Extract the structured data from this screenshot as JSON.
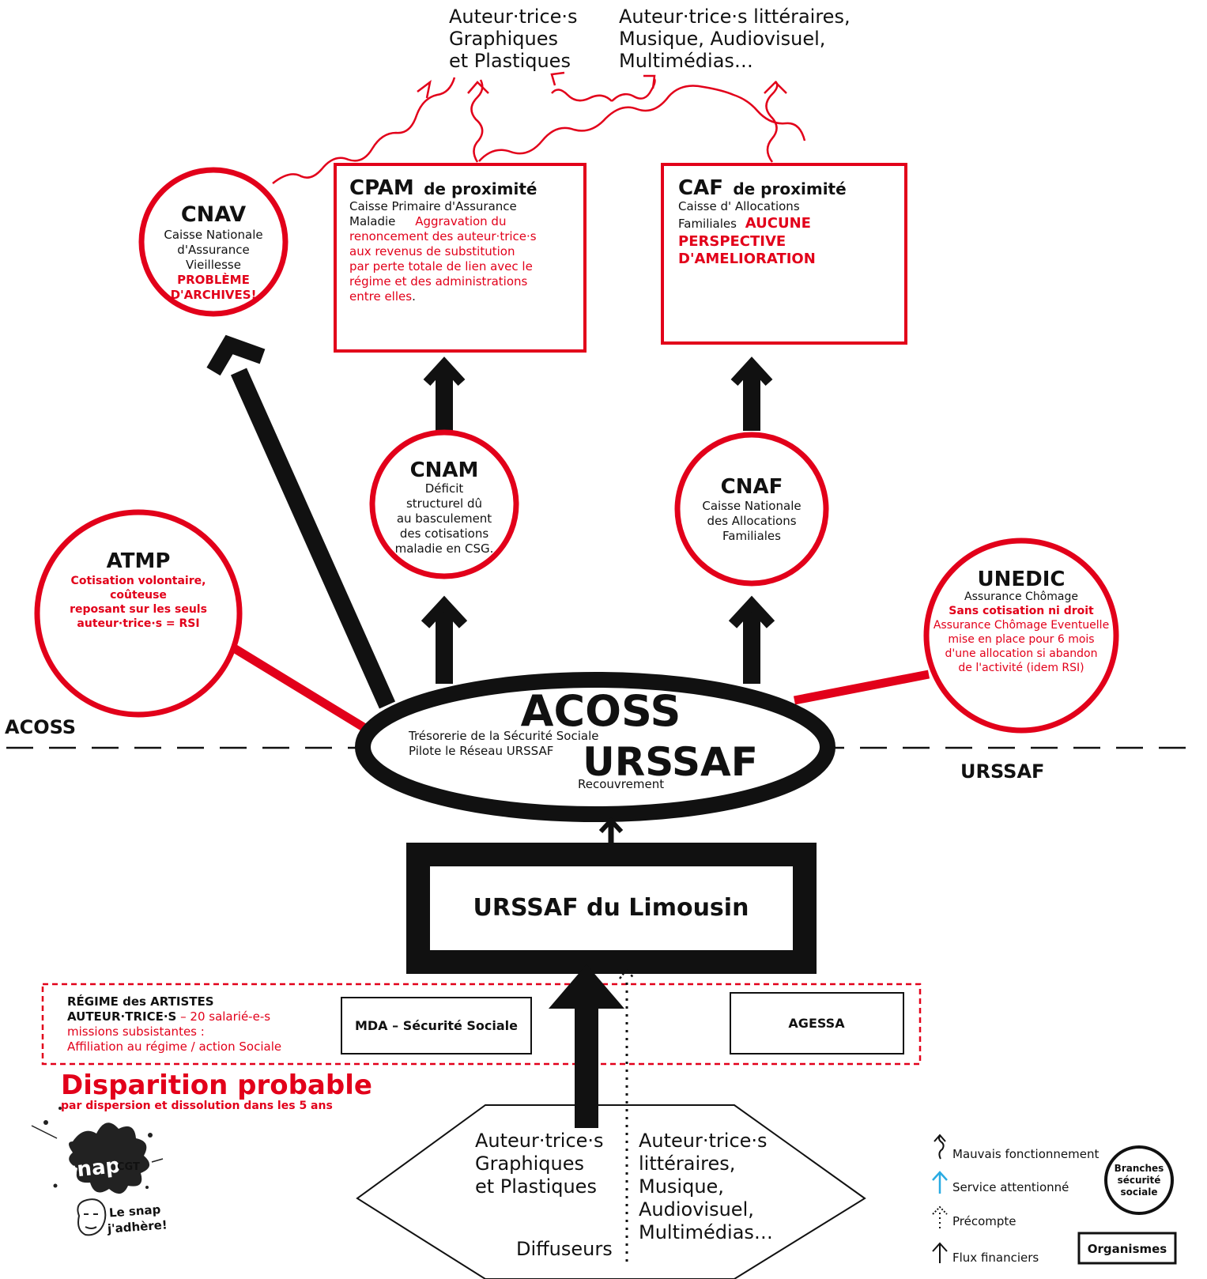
{
  "colors": {
    "red": "#e2001a",
    "black": "#111111",
    "blue": "#29abe2"
  },
  "top_labels": {
    "graphic_artists": [
      "Auteur·trice·s",
      "Graphiques",
      "et Plastiques"
    ],
    "literary_authors": [
      "Auteur·trice·s littéraires,",
      "Musique, Audiovisuel,",
      "Multimédias…"
    ]
  },
  "cnav": {
    "title": "CNAV",
    "subtitle": [
      "Caisse Nationale",
      "d'Assurance",
      "Vieillesse"
    ],
    "alert": [
      "PROBLÈME",
      "D'ARCHIVES!"
    ]
  },
  "cpam": {
    "title": "CPAM",
    "title_suffix": "de proximité",
    "subtitle_lines": [
      "Caisse Primaire d'Assurance",
      "Maladie"
    ],
    "note_first": "Aggravation du",
    "note_lines": [
      "renoncement des auteur·trice·s",
      "aux revenus de substitution",
      "par perte totale de lien avec le",
      "régime et des administrations",
      "entre elles"
    ],
    "note_end": "."
  },
  "caf": {
    "title": "CAF",
    "title_suffix": "de proximité",
    "subtitle_lines": [
      "Caisse d' Allocations",
      "Familiales"
    ],
    "alert_first": "AUCUNE",
    "alert_lines": [
      "PERSPECTIVE",
      "D'AMELIORATION"
    ]
  },
  "cnam": {
    "title": "CNAM",
    "lines": [
      "Déficit",
      "structurel dû",
      "au basculement",
      "des cotisations",
      "maladie en CSG."
    ]
  },
  "cnaf": {
    "title": "CNAF",
    "lines": [
      "Caisse Nationale",
      "des Allocations",
      "Familiales"
    ]
  },
  "atmp": {
    "title": "ATMP",
    "lines": [
      "Cotisation volontaire,",
      "coûteuse",
      "reposant sur les seuls",
      "auteur·trice·s = RSI"
    ]
  },
  "unedic": {
    "title": "UNEDIC",
    "subtitle": "Assurance Chômage",
    "alert": "Sans cotisation ni droit",
    "lines": [
      "Assurance Chômage Eventuelle",
      "mise en place pour 6 mois",
      "d'une allocation si abandon",
      "de l'activité (idem RSI)"
    ]
  },
  "acoss": {
    "title": "ACOSS",
    "subtitle_lines": [
      "Trésorerie de la Sécurité Sociale",
      "Pilote le Réseau URSSAF"
    ],
    "urssaf_title": "URSSAF",
    "urssaf_sub": "Recouvrement"
  },
  "divider": {
    "left_label": "ACOSS",
    "right_label": "URSSAF"
  },
  "limousin": {
    "label": "URSSAF du Limousin"
  },
  "regime": {
    "title_line1": "RÉGIME des ARTISTES",
    "title_line2": "AUTEUR·TRICE·S",
    "title_line2_note": " – 20 salarié-e-s",
    "note_lines": [
      "missions subsistantes :",
      "Affiliation au régime / action Sociale"
    ],
    "mda": "MDA – Sécurité Sociale",
    "agessa": "AGESSA"
  },
  "disparition": {
    "title": "Disparition probable",
    "subtitle": "par dispersion et dissolution dans les 5 ans"
  },
  "bottom": {
    "left_lines": [
      "Auteur·trice·s",
      "Graphiques",
      "et Plastiques"
    ],
    "right_lines": [
      "Auteur·trice·s",
      "littéraires,",
      "Musique,",
      "Audiovisuel,",
      "Multimédias…"
    ],
    "diffuseurs": "Diffuseurs"
  },
  "legend": {
    "items": [
      {
        "icon": "wavy-arrow-icon",
        "label": "Mauvais fonctionnement"
      },
      {
        "icon": "blue-arrow-icon",
        "label": "Service attentionné"
      },
      {
        "icon": "dotted-arrow-icon",
        "label": "Précompte"
      },
      {
        "icon": "solid-arrow-icon",
        "label": "Flux financiers"
      }
    ],
    "circle_lines": [
      "Branches",
      "sécurité",
      "sociale"
    ],
    "box_label": "Organismes"
  },
  "logo": {
    "snap": "snap",
    "cgt": "CGT",
    "slogan_lines": [
      "Le snap",
      "j'adhère!"
    ]
  }
}
